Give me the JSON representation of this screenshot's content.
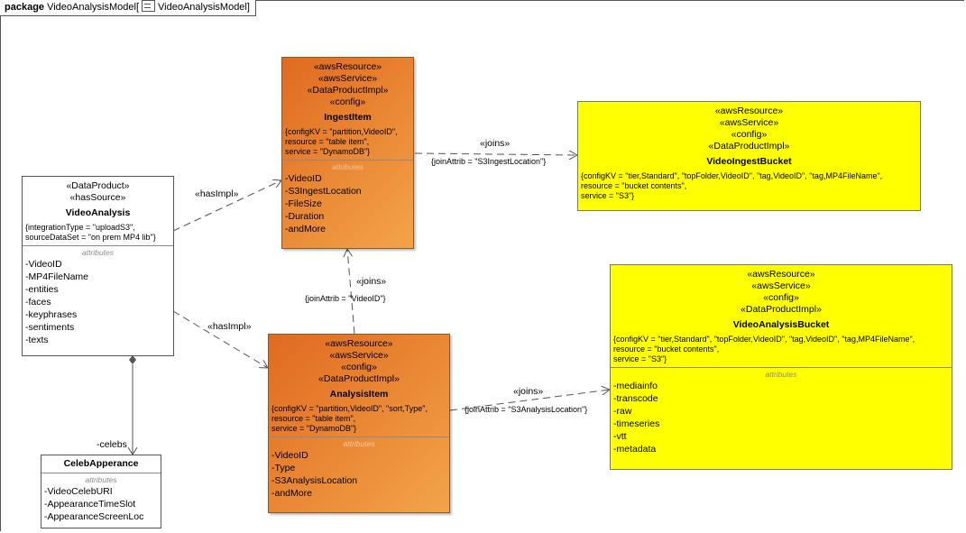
{
  "package": {
    "keyword": "package",
    "name": "VideoAnalysisModel[",
    "icon": "diagram-icon",
    "diagram_name": "VideoAnalysisModel",
    "close": "]"
  },
  "boxes": {
    "video_analysis": {
      "stereotypes": [
        "«DataProduct»",
        "«hasSource»"
      ],
      "name": "VideoAnalysis",
      "tags": [
        "{integrationType = \"uploadS3\",",
        "sourceDataSet = \"on prem MP4 lib\"}"
      ],
      "attributes_header": "attributes",
      "attributes": [
        "-VideoID",
        "-MP4FileName",
        "-entities",
        "-faces",
        "-keyphrases",
        "-sentiments",
        "-texts"
      ]
    },
    "ingest_item": {
      "stereotypes": [
        "«awsResource»",
        "«awsService»",
        "«DataProductImpl»",
        "«config»"
      ],
      "name": "IngestItem",
      "tags": [
        "{configKV = \"partition,VideoID\",",
        "resource = \"table item\",",
        "service = \"DynamoDB\"}"
      ],
      "attributes_header": "attributes",
      "attributes": [
        "-VideoID",
        "-S3IngestLocation",
        "-FileSize",
        "-Duration",
        "-andMore"
      ]
    },
    "analysis_item": {
      "stereotypes": [
        "«awsResource»",
        "«awsService»",
        "«config»",
        "«DataProductImpl»"
      ],
      "name": "AnalysisItem",
      "tags": [
        "{configKV = \"partition,VideoID\", \"sort,Type\",",
        "resource = \"table item\",",
        "service = \"DynamoDB\"}"
      ],
      "attributes_header": "attributes",
      "attributes": [
        "-VideoID",
        "-Type",
        "-S3AnalysisLocation",
        "-andMore"
      ]
    },
    "video_ingest_bucket": {
      "stereotypes": [
        "«awsResource»",
        "«awsService»",
        "«config»",
        "«DataProductImpl»"
      ],
      "name": "VideoIngestBucket",
      "tags": [
        "{configKV = \"tier,Standard\", \"topFolder,VideoID\", \"tag,VideoID\", \"tag,MP4FileName\",",
        "resource = \"bucket contents\",",
        "service = \"S3\"}"
      ]
    },
    "video_analysis_bucket": {
      "stereotypes": [
        "«awsResource»",
        "«awsService»",
        "«config»",
        "«DataProductImpl»"
      ],
      "name": "VideoAnalysisBucket",
      "tags": [
        "{configKV = \"tier,Standard\", \"topFolder,VideoID\", \"tag,VideoID\", \"tag,MP4FileName\",",
        "resource = \"bucket contents\",",
        "service = \"S3\"}"
      ],
      "attributes_header": "attributes",
      "attributes": [
        "-mediainfo",
        "-transcode",
        "-raw",
        "-timeseries",
        "-vtt",
        "-metadata"
      ]
    },
    "celeb_apperance": {
      "name": "CelebApperance",
      "attributes_header": "attributes",
      "attributes": [
        "-VideoCelebURI",
        "-AppearanceTimeSlot",
        "-AppearanceScreenLoc"
      ]
    }
  },
  "edges": {
    "has_impl_ingest": "«hasImpl»",
    "has_impl_analysis": "«hasImpl»",
    "joins_ingest_bucket": "«joins»",
    "joins_ingest_bucket_tag": "{joinAttrib = \"S3IngestLocation\"}",
    "joins_items": "«joins»",
    "joins_items_tag": "{joinAttrib = \"VideoID\"}",
    "joins_analysis_bucket": "«joins»",
    "joins_analysis_bucket_tag": "{joinAttrib = \"S3AnalysisLocation\"}",
    "celebs_role": "-celebs"
  },
  "colors": {
    "orange": "#e88a35",
    "yellow": "#ffff00",
    "line": "#555555"
  }
}
